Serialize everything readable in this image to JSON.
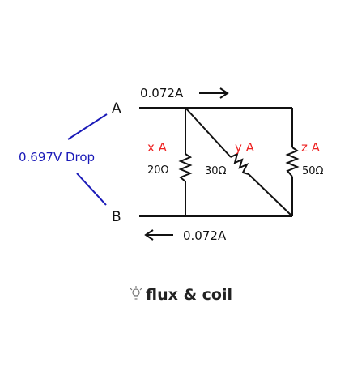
{
  "current_top": "0.072A",
  "current_bottom": "0.072A",
  "node_a": "A",
  "node_b": "B",
  "voltage_drop": "0.697V Drop",
  "branches": [
    {
      "current": "x A",
      "resistance": "20Ω"
    },
    {
      "current": "y A",
      "resistance": "30Ω"
    },
    {
      "current": "z A",
      "resistance": "50Ω"
    }
  ],
  "brand": "flux & coil",
  "colors": {
    "wire": "#111111",
    "unknown_current": "#ee2222",
    "voltage": "#1a1ab8"
  },
  "icons": {
    "brand": "lightbulb-icon"
  }
}
